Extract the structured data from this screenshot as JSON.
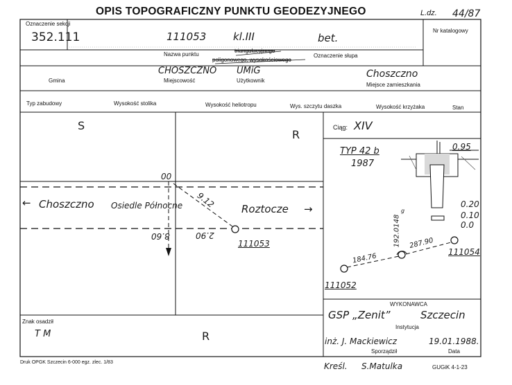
{
  "header": {
    "title": "OPIS TOPOGRAFICZNY PUNKTU GEODEZYJNEGO",
    "ldz_label": "L.dz.",
    "ldz_value": "44/87"
  },
  "section": {
    "label": "Oznaczenie sekcji",
    "value": "352.111"
  },
  "catalog": {
    "label": "Nr katalogowy"
  },
  "point": {
    "number": "111053",
    "class": "kl.III",
    "marker": "bet.",
    "name_label": "Nazwa punktu",
    "type_struck_1": "triangulacyjnego",
    "type_struck_2": "poligonowego, wysokościowego",
    "marker_label": "Oznaczenie słupa"
  },
  "location": {
    "gmina_label": "Gmina",
    "miejscowosc_value": "CHOSZCZNO",
    "miejscowosc_label": "Miejscowość",
    "uzytkownik_value": "UMiG",
    "uzytkownik_label": "Użytkownik",
    "zamieszkanie_value": "Choszczno",
    "zamieszkanie_label": "Miejsce zamieszkania"
  },
  "columns": [
    "Typ zabudowy",
    "Wysokość stolika",
    "Wysokość heliotropu",
    "Wys. szczytu daszka",
    "Wysokość krzyżaka",
    "Stan"
  ],
  "sketch": {
    "s_label": "S",
    "r_label_top": "R",
    "r_label_bottom": "R",
    "zero_label": "00",
    "left_road": "Choszczno",
    "osiedle": "Osiedle Północne",
    "right_road": "Roztocze",
    "diag_dist": "9.12",
    "dist_a": "8.60",
    "dist_b": "2.90",
    "point_label": "111053",
    "left_arrow": "←",
    "right_arrow": "→"
  },
  "ciag": {
    "label": "Ciąg:",
    "value": "XIV"
  },
  "monument": {
    "type": "TYP 42 b",
    "year": "1987",
    "depth": "0.95",
    "h1": "0.20",
    "h2": "0.10",
    "h3": "0.0"
  },
  "traverse": {
    "left_point": "111052",
    "right_point": "111054",
    "dist_left": "184.76",
    "dist_right": "287.90",
    "angle": "192.0148",
    "angle_sup": "g"
  },
  "contractor": {
    "label": "WYKONAWCA",
    "name": "GSP „Zenit”",
    "city": "Szczecin",
    "instytucja_label": "Instytucja",
    "person": "inż. J. Mackiewicz",
    "date": "19.01.1988.",
    "sporzadzil_label": "Sporządził",
    "data_label": "Data"
  },
  "signs": {
    "label": "Znak osadził",
    "value": "T M"
  },
  "footer": {
    "print_info": "Druk OPGK Szczecin 6-000 egz. zlec. 1/83",
    "kresl_label": "Kreśl.",
    "kresl_name": "S.Matulka",
    "form_code": "GUGiK 4-1-23"
  }
}
